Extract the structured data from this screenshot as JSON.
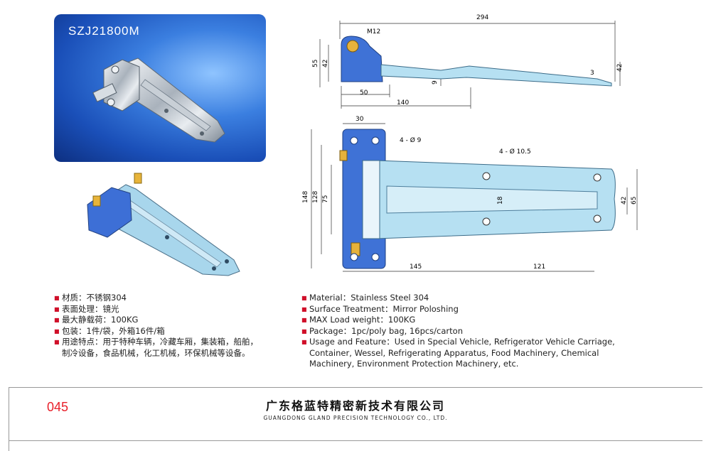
{
  "model": "SZJ21800M",
  "drawing": {
    "dims": {
      "overall_length": "294",
      "bolt": "M12",
      "height_55": "55",
      "height_42": "42",
      "len_50": "50",
      "len_140": "140",
      "plate_thk": "3",
      "end_height_42": "42",
      "offset_9": "9",
      "width_30": "30",
      "holes_small": "4 - Ø 9",
      "holes_large": "4 - Ø 10.5",
      "height_148": "148",
      "height_128": "128",
      "height_75": "75",
      "slot_18": "18",
      "right_42": "42",
      "right_65": "65",
      "len_145": "145",
      "len_121": "121"
    }
  },
  "specs_cn": [
    "材质：不锈钢304",
    "表面处理：镜光",
    "最大静载荷：100KG",
    "包装：1件/袋，外箱16件/箱",
    "用途特点：用于特种车辆，冷藏车厢，集装箱，船舶，",
    "制冷设备，食品机械，化工机械，环保机械等设备。"
  ],
  "specs_en": [
    "Material：Stainless Steel 304",
    "Surface Treatment：Mirror Poloshing",
    "MAX Load weight：100KG",
    "Package：1pc/poly bag,  16pcs/carton",
    "Usage and Feature：Used in Special Vehicle, Refrigerator Vehicle Carriage,",
    "Container, Wessel, Refrigerating Apparatus, Food Machinery, Chemical",
    "Machinery, Environment Protection Machinery, etc."
  ],
  "footer": {
    "page_number": "045",
    "company_cn": "广东格蓝特精密新技术有限公司",
    "company_en": "GUANGDONG GLAND PRECISION TECHNOLOGY CO., LTD."
  }
}
